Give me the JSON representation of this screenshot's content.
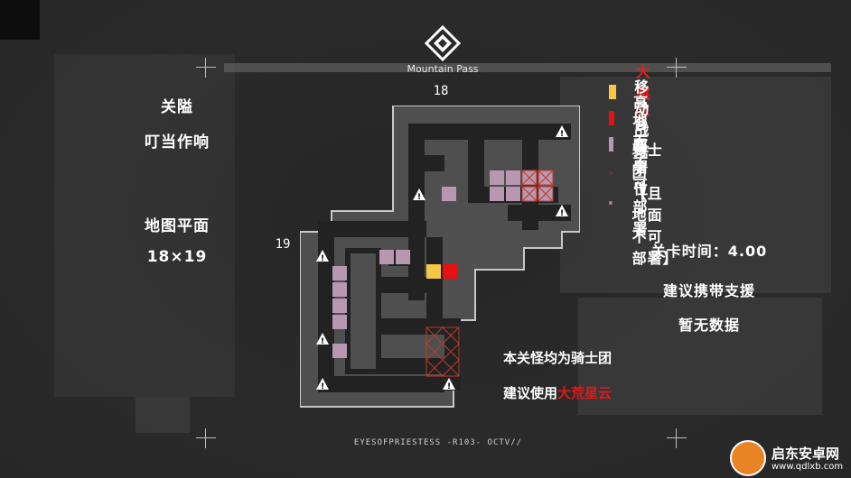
{
  "stage": {
    "name": "Mountain Pass",
    "width_label": "18",
    "height_label": "19"
  },
  "left_panel": {
    "label_stage": "关隘",
    "stage_cn": "叮当作响",
    "label_map": "地图平面",
    "map_size": "18×19"
  },
  "legend": [
    {
      "label": "大跳子",
      "color": "#f6c744",
      "type": "yellow",
      "label_color": "#e02020"
    },
    {
      "label": "移动战塔",
      "color": "#e81010",
      "type": "red",
      "label_color": "#ffffff"
    },
    {
      "label": "高台部署位",
      "color": "#b898b0",
      "type": "high",
      "label_color": "#ffffff"
    },
    {
      "label": "地面不可部署",
      "color": "#c0392b",
      "type": "x",
      "label_color": "#ffffff"
    },
    {
      "label": "骑士团【且地面不可部署】",
      "color": "#c0392b",
      "type": "boxx",
      "label_color": "#ffffff"
    }
  ],
  "info": {
    "time": "关卡时间：4.00",
    "support": "建议携带支援",
    "data": "暂无数据"
  },
  "advice": {
    "line1": "本关怪均为骑士团",
    "line2_prefix": "建议使用",
    "line2_highlight": "大荒星云",
    "highlight_color": "#e01818"
  },
  "footer": "EYESOFPRIESTESS -R103- OCTV//",
  "watermark": {
    "name": "启东安卓网",
    "url": "www.qdlxb.com"
  }
}
